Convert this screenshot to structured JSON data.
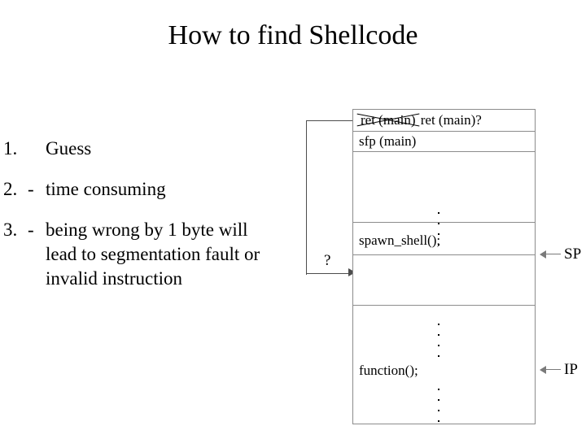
{
  "slide": {
    "title": "How to find Shellcode"
  },
  "bullets": [
    {
      "num": "1.",
      "dash": "",
      "text": "Guess"
    },
    {
      "num": "2.",
      "dash": "-",
      "text": "time consuming"
    },
    {
      "num": "3.",
      "dash": "-",
      "text": "being wrong by 1 byte will lead to segmentation fault or invalid instruction"
    }
  ],
  "stack": {
    "cells": [
      {
        "struck_label": "ret (main)",
        "label": "ret (main)?"
      },
      {
        "label": "sfp (main)"
      },
      {
        "label": ""
      },
      {
        "label": "spawn_shell();"
      },
      {
        "label": ""
      },
      {
        "label": "function();"
      }
    ]
  },
  "connector": {
    "question_mark": "?"
  },
  "pointers": [
    {
      "arrow": "left-arrow-icon",
      "label": "SP"
    },
    {
      "arrow": "left-arrow-icon",
      "label": "IP"
    }
  ],
  "colors": {
    "text": "#000000",
    "box_border": "#8c8c8c",
    "connector": "#4d4d4d",
    "pointer_arrow": "#7a7a7a",
    "background": "#ffffff"
  }
}
